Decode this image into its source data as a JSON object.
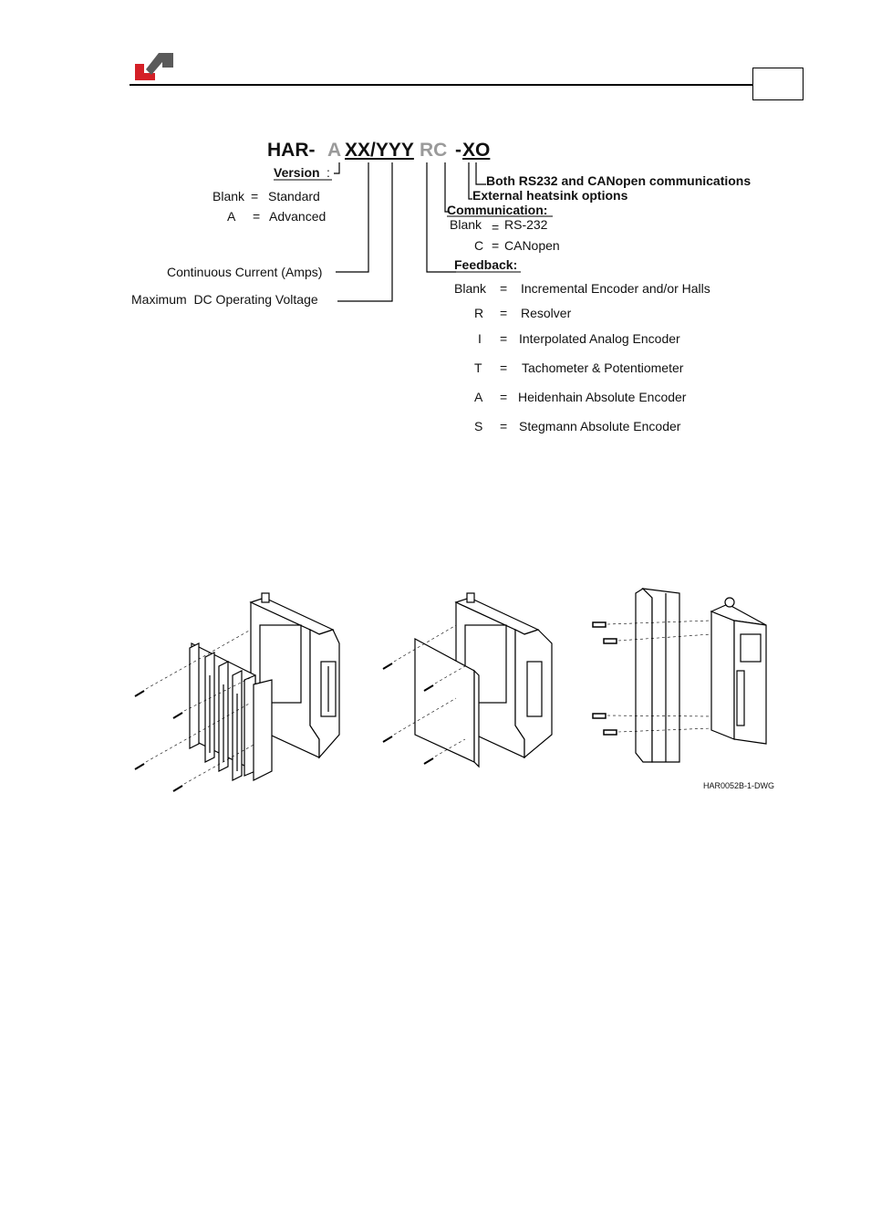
{
  "header": {
    "page_number": ""
  },
  "part_code": {
    "prefix": "HAR-",
    "version_letter": "A",
    "current_voltage": "XX/YYY",
    "feedback_comm": "RC",
    "dash": "-",
    "options": "XO"
  },
  "options": {
    "both": "Both RS232 and CANopen communications",
    "heatsink": "External heatsink options"
  },
  "version": {
    "title": "Version",
    "colon": ":",
    "rows": [
      {
        "key": "Blank",
        "eq": "=",
        "value": "Standard"
      },
      {
        "key": "A",
        "eq": "=",
        "value": "Advanced"
      }
    ]
  },
  "continuous_current": "Continuous Current (Amps)",
  "max_voltage": "Maximum  DC Operating Voltage",
  "communication": {
    "title": "Communication:",
    "rows": [
      {
        "key": "Blank",
        "eq": "=",
        "value": "RS-232"
      },
      {
        "key": "C",
        "eq": "=",
        "value": "CANopen"
      }
    ]
  },
  "feedback": {
    "title": "Feedback:",
    "rows": [
      {
        "key": "Blank",
        "eq": "=",
        "value": "Incremental Encoder and/or Halls"
      },
      {
        "key": "R",
        "eq": "=",
        "value": "Resolver"
      },
      {
        "key": "I",
        "eq": "=",
        "value": "Interpolated Analog Encoder"
      },
      {
        "key": "T",
        "eq": "=",
        "value": "Tachometer & Potentiometer"
      },
      {
        "key": "A",
        "eq": "=",
        "value": "Heidenhain Absolute Encoder"
      },
      {
        "key": "S",
        "eq": "=",
        "value": "Stegmann Absolute Encoder"
      }
    ]
  },
  "drawing_caption": "HAR0052B-1-DWG",
  "colors": {
    "logo_red": "#d42027",
    "logo_gray": "#5a5a5a",
    "gray_code": "#9a9a9a"
  }
}
